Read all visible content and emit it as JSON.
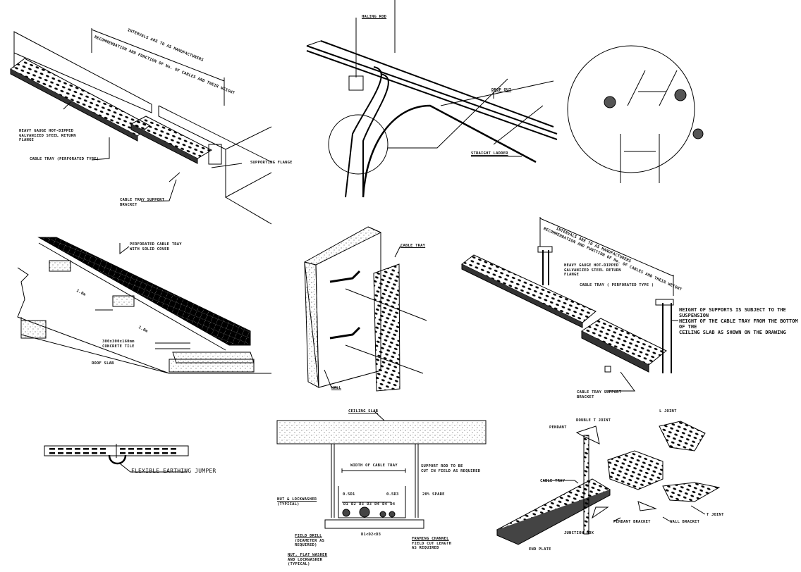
{
  "drawing": {
    "wall_tray_detail": {
      "interval_note": "INTERVALS ARE TO AS MANUFACTURERS",
      "recommendation_note": "RECOMMENDATION AND FUNCTION OF No. OF CABLES AND THEIR WEIGHT",
      "flange_note": [
        "HEAVY GAUGE HOT-DIPPED",
        "GALVANIZED STEEL RETURN",
        "FLANGE"
      ],
      "cable_tray_label": "CABLE TRAY (PERFORATED TYPE)",
      "supporting_flange_label": "SUPPORTING FLANGE",
      "support_bracket_label": [
        "CABLE TRAY SUPPORT",
        "BRACKET"
      ]
    },
    "ladder_detail": {
      "haling_rod_label": "HALING ROD",
      "drop_out_label": "DROP OUT",
      "straight_ladder_label": "STRAIGHT LADDER"
    },
    "roof_detail": {
      "cover_label": [
        "PERFORATED CABLE TRAY",
        "WITH SOLID COVER"
      ],
      "dim_1": "1.0m",
      "dim_2": "1.0m",
      "tile_label": [
        "300x300x160mm",
        "CONCRETE TILE"
      ],
      "roof_slab_label": "ROOF SLAB"
    },
    "vertical_wall_detail": {
      "cable_tray_label": "CABLE TRAY",
      "wall_label": "WALL"
    },
    "suspended_detail": {
      "interval_note": "INTERVALS ARE TO AS MANUFACTURERS",
      "recommendation_note": "RECOMMENDATION AND FUNCTION OF No. OF CABLES AND THEIR WEIGHT",
      "flange_note": [
        "HEAVY GAUGE HOT-DIPPED",
        "GALVANIZED STEEL RETURN",
        "FLANGE"
      ],
      "cable_tray_label": "CABLE TRAY ( PERFORATED TYPE )",
      "height_note": [
        "HEIGHT OF SUPPORTS IS SUBJECT TO THE SUSPENSION",
        "HEIGHT OF THE CABLE TRAY FROM THE BOTTOM OF THE",
        "CEILING SLAB AS SHOWN ON THE DRAWING"
      ],
      "support_bracket_label": [
        "CABLE TRAY SUPPORT",
        "BRACKET"
      ]
    },
    "jumper_detail": {
      "label": "FLEXIBLE EARTHING JUMPER"
    },
    "section_detail": {
      "ceiling_slab_label": "CEILING SLAB",
      "width_label": "WIDTH OF CABLE TRAY",
      "support_rod_note": [
        "SUPPORT ROD TO BE",
        "CUT IN FIELD AS REQUIRED"
      ],
      "dim_left": "0.5D1",
      "dim_right": "0.5D3",
      "spare_label": "20% SPARE",
      "cable_labels": [
        "D1",
        "D2",
        "D3",
        "D3",
        "D4",
        "D4",
        "D4"
      ],
      "size_relation": "D1<D2<D3",
      "nut_lockwasher": [
        "NUT & LOCKWASHER",
        "(TYPICAL)"
      ],
      "field_drill": [
        "FIELD DRILL",
        "(DIAMETER AS",
        "REQUIRED)"
      ],
      "nut_flat_washer": [
        "NUT, FLAT WASHER",
        "AND LOCKWASHER",
        "(TYPICAL)"
      ],
      "framing_channel": [
        "FRAMING CHANNEL",
        "FIELD CUT LENGTH",
        "AS REQUIRED"
      ]
    },
    "components_detail": {
      "l_joint": "L JOINT",
      "double_t_joint": "DOUBLE T JOINT",
      "pendant": "PENDANT",
      "cable_tray": "CABLE TRAY",
      "pendant_bracket": "PENDANT BRACKET",
      "wall_bracket": "WALL BRACKET",
      "t_joint": "T JOINT",
      "junction_box": "JUNCTION BOX",
      "end_plate": "END PLATE"
    }
  }
}
